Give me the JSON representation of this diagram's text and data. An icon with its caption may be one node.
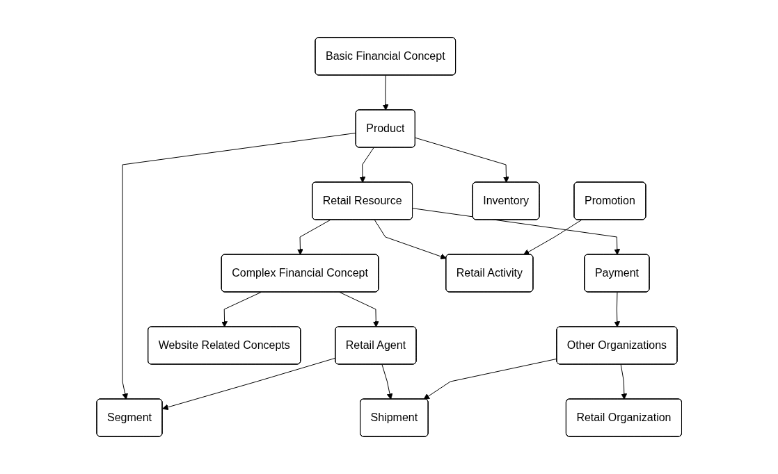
{
  "diagram": {
    "nodes": [
      {
        "text": [
          "Basic Financial Concept"
        ]
      },
      {
        "text": [
          "Product"
        ]
      },
      {
        "text": [
          "Retail Resource"
        ]
      },
      {
        "text": [
          "Promotion"
        ]
      },
      {
        "text": [
          "Inventory"
        ]
      },
      {
        "text": [
          "Complex Financial Concept"
        ]
      },
      {
        "text": [
          "Payment"
        ]
      },
      {
        "text": [
          "Retail Activity"
        ]
      },
      {
        "text": [
          "Segment"
        ]
      },
      {
        "text": [
          "Retail Agent"
        ]
      },
      {
        "text": [
          "Website Related Concepts"
        ]
      },
      {
        "text": [
          "Other Organizations"
        ]
      },
      {
        "text": [
          "Shipment"
        ]
      },
      {
        "text": [
          "Retail Organization"
        ]
      }
    ],
    "edges": [
      {
        "from": 0,
        "to": 1,
        "arrow": "to"
      },
      {
        "from": 1,
        "to": 2,
        "arrow": "to"
      },
      {
        "from": 1,
        "to": 4,
        "arrow": "to"
      },
      {
        "from": 1,
        "to": 8,
        "arrow": "to"
      },
      {
        "from": 2,
        "to": 5,
        "arrow": "to"
      },
      {
        "from": 2,
        "to": 6,
        "arrow": "to"
      },
      {
        "from": 2,
        "to": 7,
        "arrow": "to"
      },
      {
        "from": 3,
        "to": 7,
        "arrow": "to"
      },
      {
        "from": 5,
        "to": 9,
        "arrow": "to"
      },
      {
        "from": 5,
        "to": 10,
        "arrow": "to"
      },
      {
        "from": 6,
        "to": 11,
        "arrow": "to"
      },
      {
        "from": 9,
        "to": 8,
        "arrow": "to"
      },
      {
        "from": 9,
        "to": 12,
        "arrow": "to"
      },
      {
        "from": 11,
        "to": 12,
        "arrow": "to"
      },
      {
        "from": 11,
        "to": 13,
        "arrow": "to"
      }
    ]
  }
}
